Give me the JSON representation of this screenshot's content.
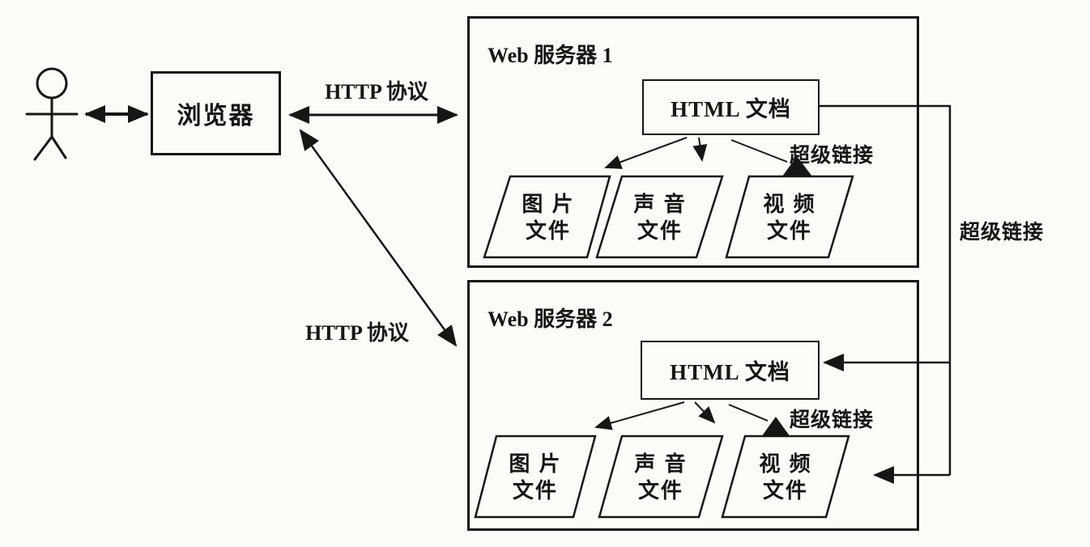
{
  "colors": {
    "ink": "#161616",
    "paper": "#fbfbf9"
  },
  "icons": {
    "user": "stick-figure-icon"
  },
  "browser": {
    "label": "浏览器"
  },
  "connections": {
    "http_top_label": "HTTP 协议",
    "http_diagonal_label": "HTTP 协议",
    "hyperlink_right_label": "超级链接"
  },
  "servers": [
    {
      "title": "Web 服务器 1",
      "html_doc_label": "HTML 文档",
      "hyperlink_label": "超级链接"
    },
    {
      "title": "Web 服务器 2",
      "html_doc_label": "HTML 文档",
      "hyperlink_label": "超级链接"
    }
  ],
  "files": [
    {
      "line1": "图 片",
      "line2": "文件"
    },
    {
      "line1": "声 音",
      "line2": "文件"
    },
    {
      "line1": "视 频",
      "line2": "文件"
    }
  ]
}
